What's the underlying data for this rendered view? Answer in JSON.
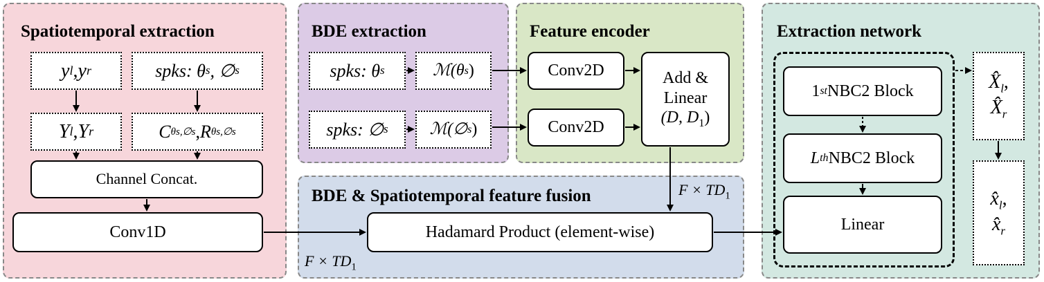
{
  "panels": {
    "spatio": {
      "title": "Spatiotemporal extraction",
      "color": "#f7d6db"
    },
    "bde": {
      "title": "BDE extraction",
      "color": "#dccbe6"
    },
    "encoder": {
      "title": "Feature encoder",
      "color": "#d9e7c6"
    },
    "fusion": {
      "title": "BDE & Spatiotemporal feature fusion",
      "color": "#d2dceb"
    },
    "net": {
      "title": "Extraction network",
      "color": "#d3e8e1"
    }
  },
  "spatio": {
    "mic_sym": "y",
    "mic_l": "l",
    "mic_sep": ", ",
    "mic_r": "r",
    "spks_pre": "spks",
    "spks_mid": ": θ",
    "spks_s1": "s",
    "spks_sep": ", ∅",
    "spks_s2": "s",
    "stft_sym": "Y",
    "stft_l": "l",
    "stft_sep": ", ",
    "stft_r": "r",
    "cr_c": "C",
    "cr_sub": "θs,∅s",
    "cr_sep": ", ",
    "cr_r": "R",
    "cr_sub2": "θs,∅s",
    "concat": "Channel Concat.",
    "conv1d": "Conv1D"
  },
  "bde": {
    "theta_pre": "spks",
    "theta_mid": ": θ",
    "theta_s": "s",
    "phi_pre": "spks",
    "phi_mid": ": ∅",
    "phi_s": "s",
    "m_theta_pre": "ℳ(θ",
    "m_theta_s": "s",
    "m_theta_post": ")",
    "m_phi_pre": "ℳ(∅",
    "m_phi_s": "s",
    "m_phi_post": ")"
  },
  "encoder": {
    "conv2d_top": "Conv2D",
    "conv2d_bottom": "Conv2D",
    "add_line1": "Add &",
    "add_line2": "Linear",
    "add_line3_pre": "(D, D",
    "add_line3_sub": "1",
    "add_line3_post": ")"
  },
  "fusion": {
    "hadamard": "Hadamard Product (element-wise)",
    "dim_top_pre": "F × TD",
    "dim_top_sub": "1",
    "dim_bottom_pre": "F × TD",
    "dim_bottom_sub": "1"
  },
  "net": {
    "first_pre": "1",
    "first_sup": "st",
    "first_post": " NBC2 Block",
    "lth_pre": "L",
    "lth_sup": "th",
    "lth_post": " NBC2 Block",
    "linear": "Linear",
    "X_sym": "X̂",
    "X_l": "l",
    "X_sep": ",",
    "X_r": "r",
    "x_sym": "x̂",
    "x_l": "l",
    "x_sep": ",",
    "x_r": "r"
  }
}
